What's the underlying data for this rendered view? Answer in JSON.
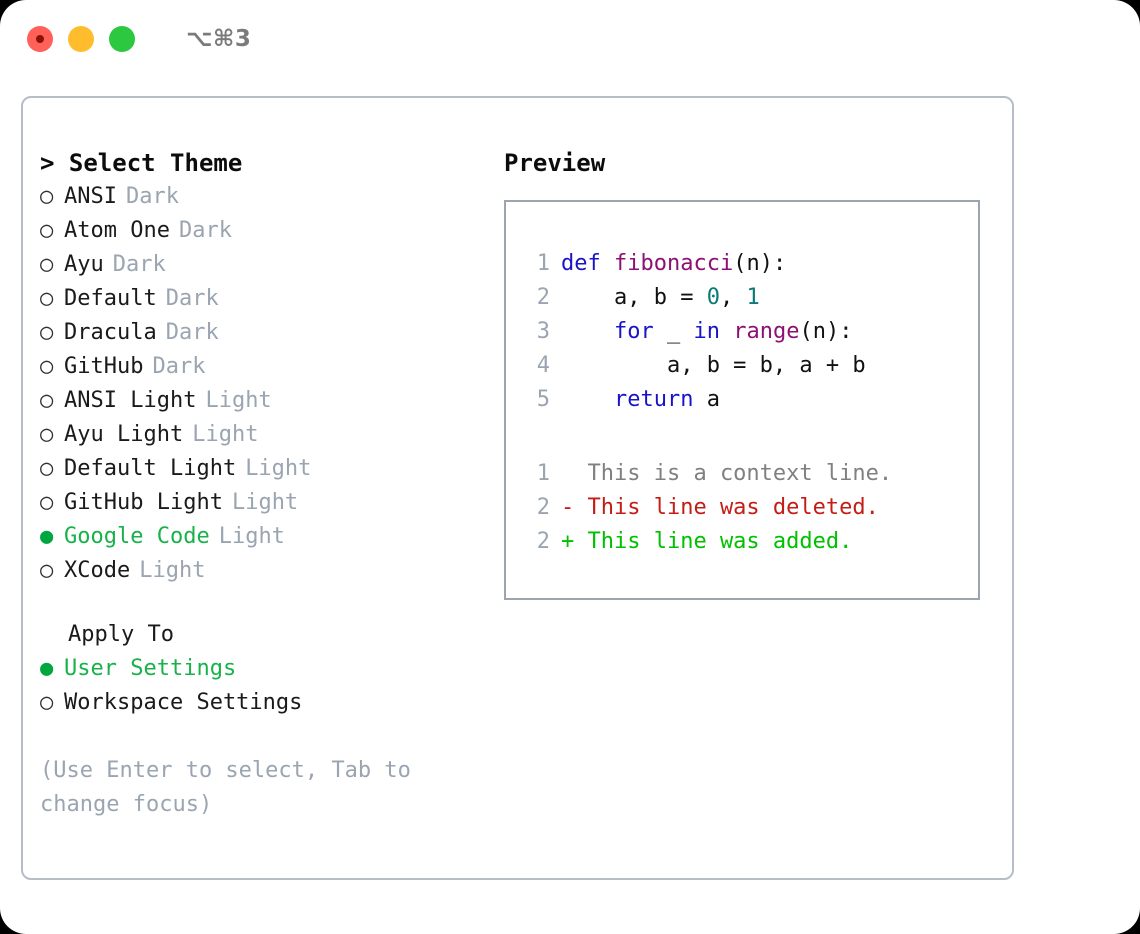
{
  "titlebar": {
    "shortcut": "⌥⌘3",
    "buttons": [
      {
        "name": "close",
        "color": "#ff6159"
      },
      {
        "name": "minimize",
        "color": "#ffbd2e"
      },
      {
        "name": "zoom",
        "color": "#2bc840"
      }
    ]
  },
  "left": {
    "header": "> Select Theme",
    "themes": [
      {
        "marker": "○",
        "name": "ANSI",
        "variant": "Dark",
        "selected": false
      },
      {
        "marker": "○",
        "name": "Atom One",
        "variant": "Dark",
        "selected": false
      },
      {
        "marker": "○",
        "name": "Ayu",
        "variant": "Dark",
        "selected": false
      },
      {
        "marker": "○",
        "name": "Default",
        "variant": "Dark",
        "selected": false
      },
      {
        "marker": "○",
        "name": "Dracula",
        "variant": "Dark",
        "selected": false
      },
      {
        "marker": "○",
        "name": "GitHub",
        "variant": "Dark",
        "selected": false
      },
      {
        "marker": "○",
        "name": "ANSI Light",
        "variant": "Light",
        "selected": false
      },
      {
        "marker": "○",
        "name": "Ayu Light",
        "variant": "Light",
        "selected": false
      },
      {
        "marker": "○",
        "name": "Default Light",
        "variant": "Light",
        "selected": false
      },
      {
        "marker": "○",
        "name": "GitHub Light",
        "variant": "Light",
        "selected": false
      },
      {
        "marker": "●",
        "name": "Google Code",
        "variant": "Light",
        "selected": true
      },
      {
        "marker": "○",
        "name": "XCode",
        "variant": "Light",
        "selected": false
      }
    ],
    "apply_header": "Apply To",
    "apply_options": [
      {
        "marker": "●",
        "label": "User Settings",
        "selected": true
      },
      {
        "marker": "○",
        "label": "Workspace Settings",
        "selected": false
      }
    ],
    "hint": "(Use Enter to select, Tab to change focus)"
  },
  "right": {
    "header": "Preview",
    "code_lines": [
      {
        "num": "1",
        "tokens": [
          {
            "t": "def",
            "k": "kw"
          },
          {
            "t": " ",
            "k": "plain"
          },
          {
            "t": "fibonacci",
            "k": "fn"
          },
          {
            "t": "(n):",
            "k": "plain"
          }
        ]
      },
      {
        "num": "2",
        "tokens": [
          {
            "t": "    a, b = ",
            "k": "plain"
          },
          {
            "t": "0",
            "k": "num"
          },
          {
            "t": ", ",
            "k": "plain"
          },
          {
            "t": "1",
            "k": "num"
          }
        ]
      },
      {
        "num": "3",
        "tokens": [
          {
            "t": "    ",
            "k": "plain"
          },
          {
            "t": "for",
            "k": "kw"
          },
          {
            "t": " _ ",
            "k": "plain"
          },
          {
            "t": "in",
            "k": "kw"
          },
          {
            "t": " ",
            "k": "plain"
          },
          {
            "t": "range",
            "k": "fn"
          },
          {
            "t": "(n):",
            "k": "plain"
          }
        ]
      },
      {
        "num": "4",
        "tokens": [
          {
            "t": "        a, b = b, a + b",
            "k": "plain"
          }
        ]
      },
      {
        "num": "5",
        "tokens": [
          {
            "t": "    ",
            "k": "plain"
          },
          {
            "t": "return",
            "k": "kw"
          },
          {
            "t": " a",
            "k": "plain"
          }
        ]
      }
    ],
    "diff_lines": [
      {
        "num": "1",
        "text": "  This is a context line.",
        "kind": "ctx"
      },
      {
        "num": "2",
        "text": "- This line was deleted.",
        "kind": "del"
      },
      {
        "num": "2",
        "text": "+ This line was added.",
        "kind": "add"
      }
    ]
  },
  "colors": {
    "selected_green": "#18b24a",
    "muted_gray": "#9aa5b1",
    "keyword_blue": "#1a14c8",
    "function_purple": "#8e1073",
    "number_teal": "#0b7a75",
    "diff_deleted_red": "#c41d16",
    "diff_added_green": "#00c000",
    "border_gray": "#b6bdc9"
  }
}
